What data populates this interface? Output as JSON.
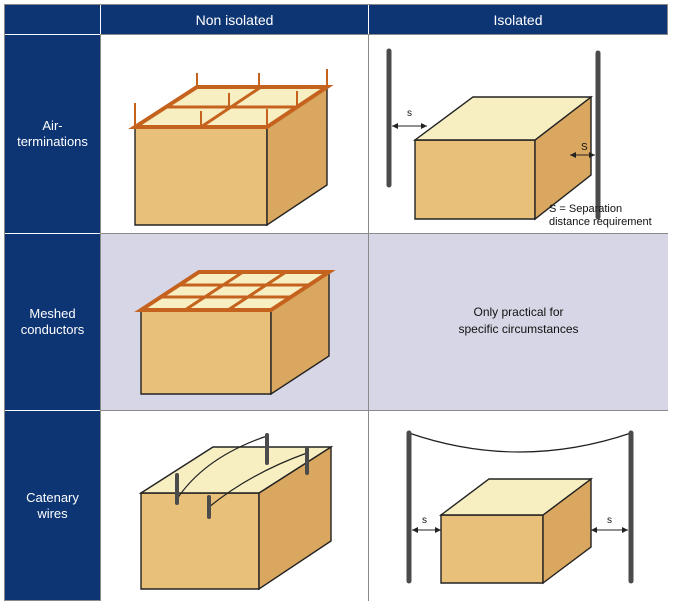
{
  "header": {
    "col1": "Non isolated",
    "col2": "Isolated"
  },
  "rows": [
    {
      "label_line1": "Air-",
      "label_line2": "terminations"
    },
    {
      "label_line1": "Meshed",
      "label_line2": "conductors"
    },
    {
      "label_line1": "Catenary",
      "label_line2": "wires"
    }
  ],
  "annotations": {
    "s": "s",
    "S": "S",
    "separation_line1": "S = Separation",
    "separation_line2": "distance requirement",
    "note_line1": "Only practical for",
    "note_line2": "specific circumstances"
  },
  "colors": {
    "header_blue": "#0d3574",
    "cell_gray": "#d6d6e6",
    "box_top": "#f7efc2",
    "box_front": "#e9c07a",
    "box_side": "#d9a760",
    "copper": "#c4621e",
    "pole": "#4b4b4b"
  }
}
